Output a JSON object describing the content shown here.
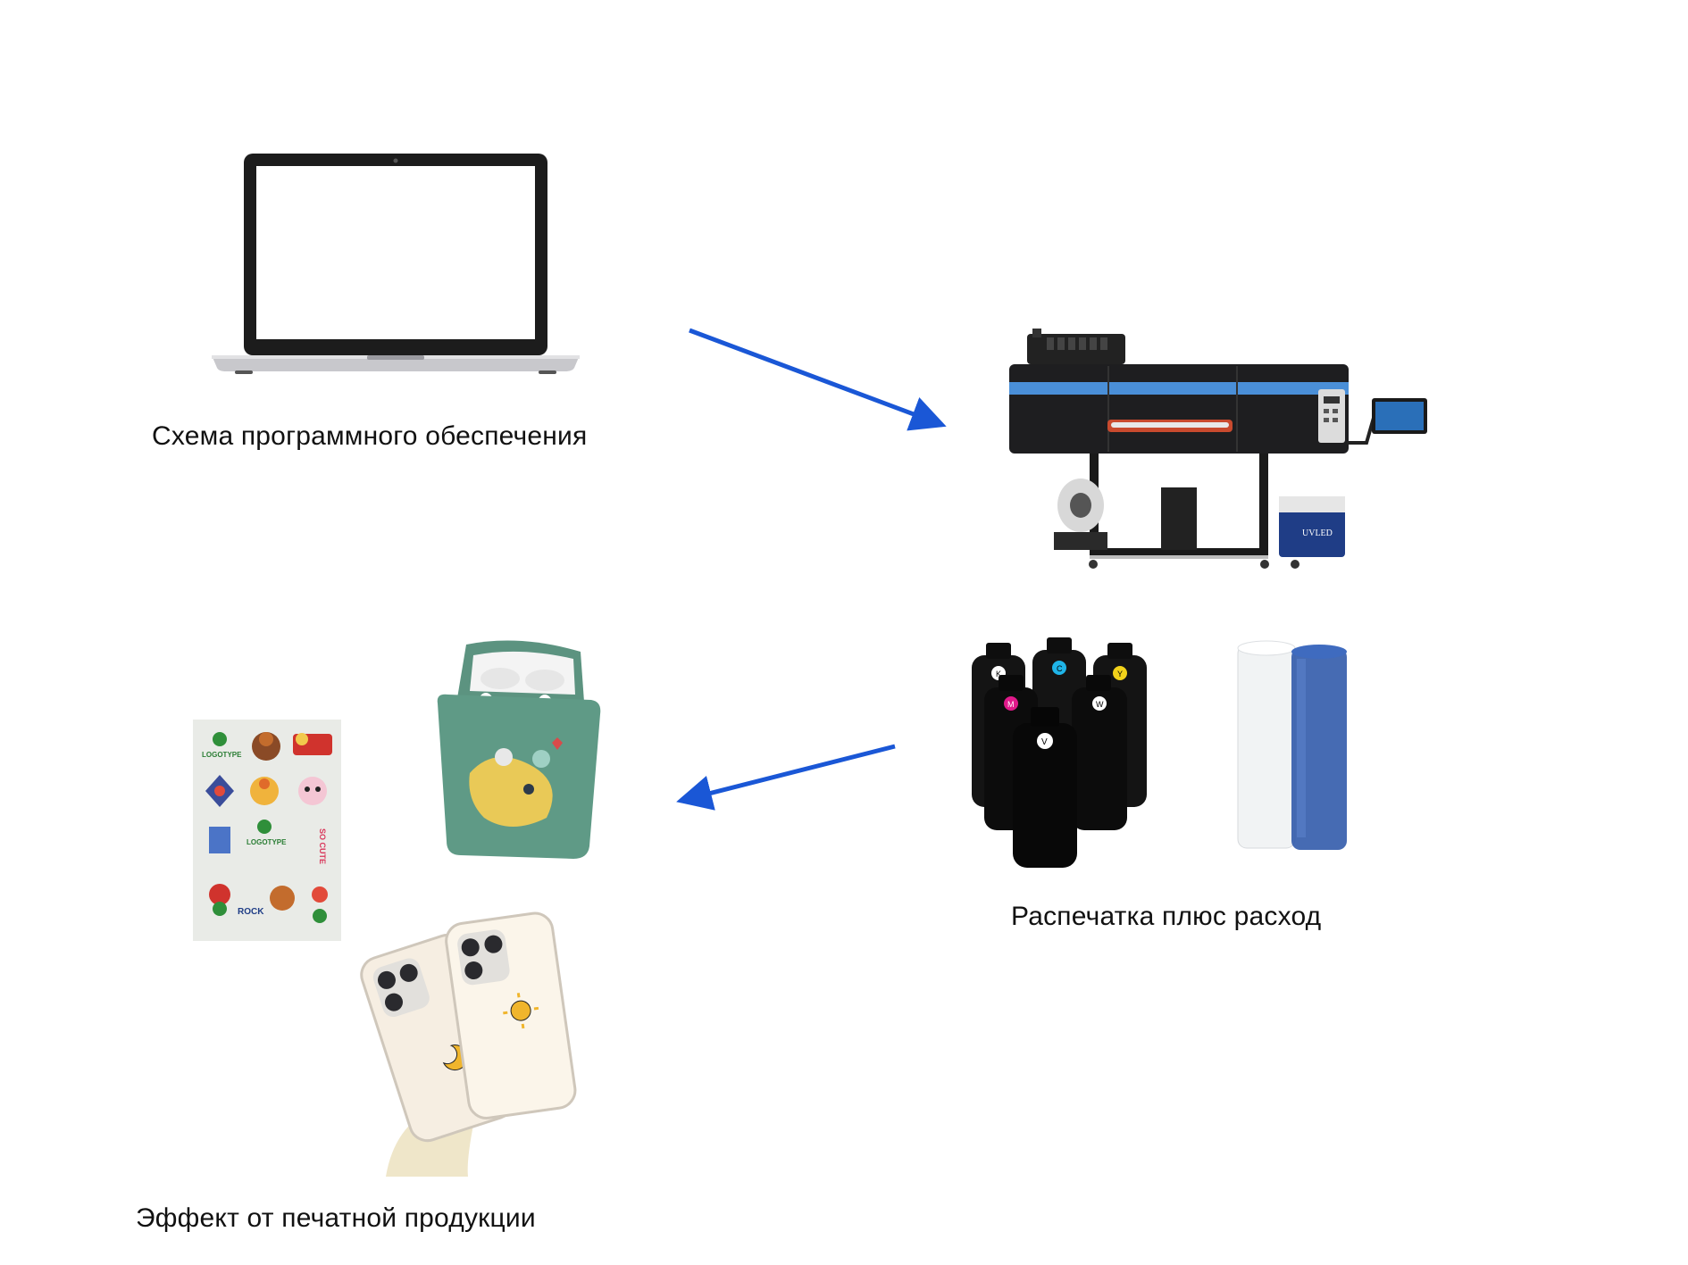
{
  "captions": {
    "software": "Схема программного обеспечения",
    "printing": "Распечатка плюс расход",
    "effect": "Эффект от печатной продукции"
  },
  "printer": {
    "uv_box_label": "UVLED"
  },
  "ink_bottles": {
    "labels": [
      "K",
      "M",
      "C",
      "W",
      "Y",
      "V"
    ]
  },
  "sticker_sheet": {
    "texts": [
      "LOGOTYPE",
      "LOGOTYPE",
      "SO CUTE",
      "ROCK"
    ]
  },
  "colors": {
    "arrow": "#1a57d6",
    "device_black": "#1c1c1c",
    "printer_blue_stripe": "#4a8fd8",
    "case_green": "#5f9a86"
  }
}
